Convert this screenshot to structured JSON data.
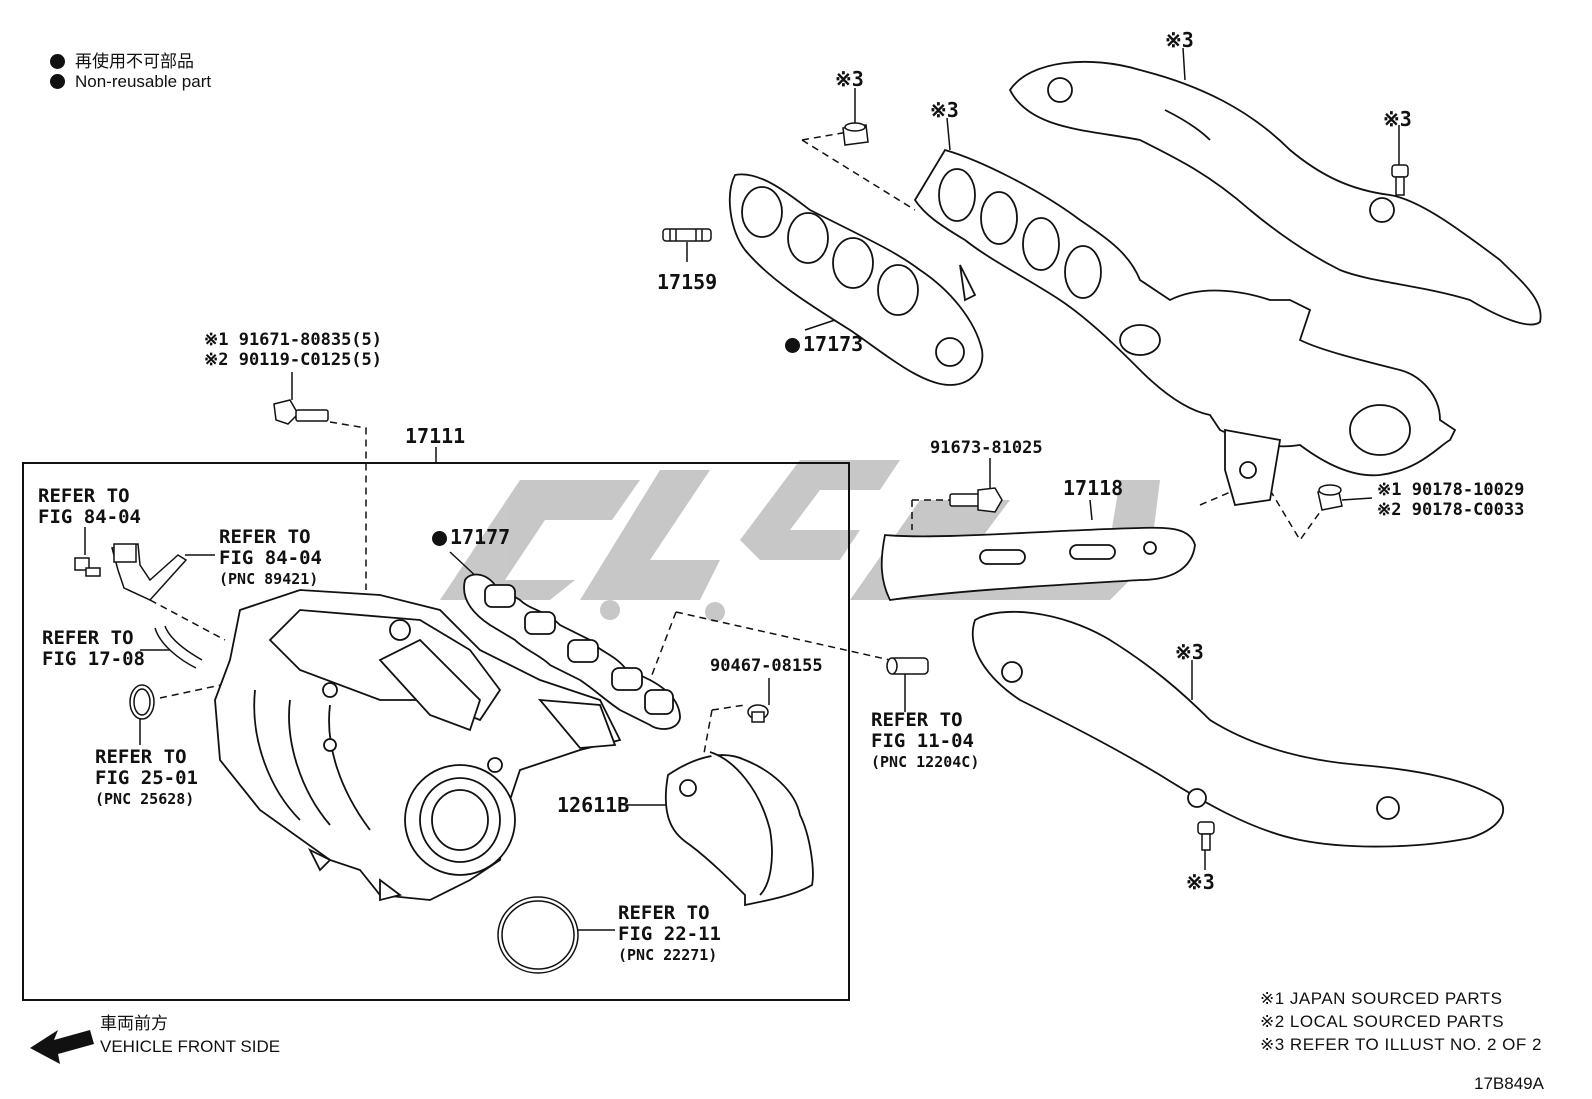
{
  "legend": {
    "non_reusable_jp": "再使用不可部品",
    "non_reusable_en": "Non-reusable part"
  },
  "parts": {
    "p17159": "17159",
    "p17173": "17173",
    "p17111": "17111",
    "p17177": "17177",
    "p17118": "17118",
    "p12611b": "12611B",
    "p91673": "91673-81025",
    "p90467": "90467-08155",
    "bolt_note_1": "※1 91671-80835(5)",
    "bolt_note_2": "※2 90119-C0125(5)",
    "nut_note_1": "※1 90178-10029",
    "nut_note_2": "※2 90178-C0033",
    "ref3_a": "※3",
    "ref3_b": "※3",
    "ref3_c": "※3",
    "ref3_d": "※3",
    "ref3_e": "※3",
    "ref3_f": "※3"
  },
  "refs": {
    "r8404a_1": "REFER TO",
    "r8404a_2": "FIG 84-04",
    "r8404b_1": "REFER TO",
    "r8404b_2": "FIG 84-04",
    "r8404b_3": "(PNC 89421)",
    "r1708_1": "REFER TO",
    "r1708_2": "FIG 17-08",
    "r2501_1": "REFER TO",
    "r2501_2": "FIG 25-01",
    "r2501_3": "(PNC 25628)",
    "r1104_1": "REFER TO",
    "r1104_2": "FIG 11-04",
    "r1104_3": "(PNC 12204C)",
    "r2211_1": "REFER TO",
    "r2211_2": "FIG 22-11",
    "r2211_3": "(PNC 22271)"
  },
  "notes": {
    "n1": "※1 JAPAN SOURCED PARTS",
    "n2": "※2 LOCAL SOURCED PARTS",
    "n3": "※3 REFER TO ILLUST NO. 2 OF 2"
  },
  "direction": {
    "jp": "車両前方",
    "en": "VEHICLE FRONT SIDE"
  },
  "illustration_id": "17B849A"
}
